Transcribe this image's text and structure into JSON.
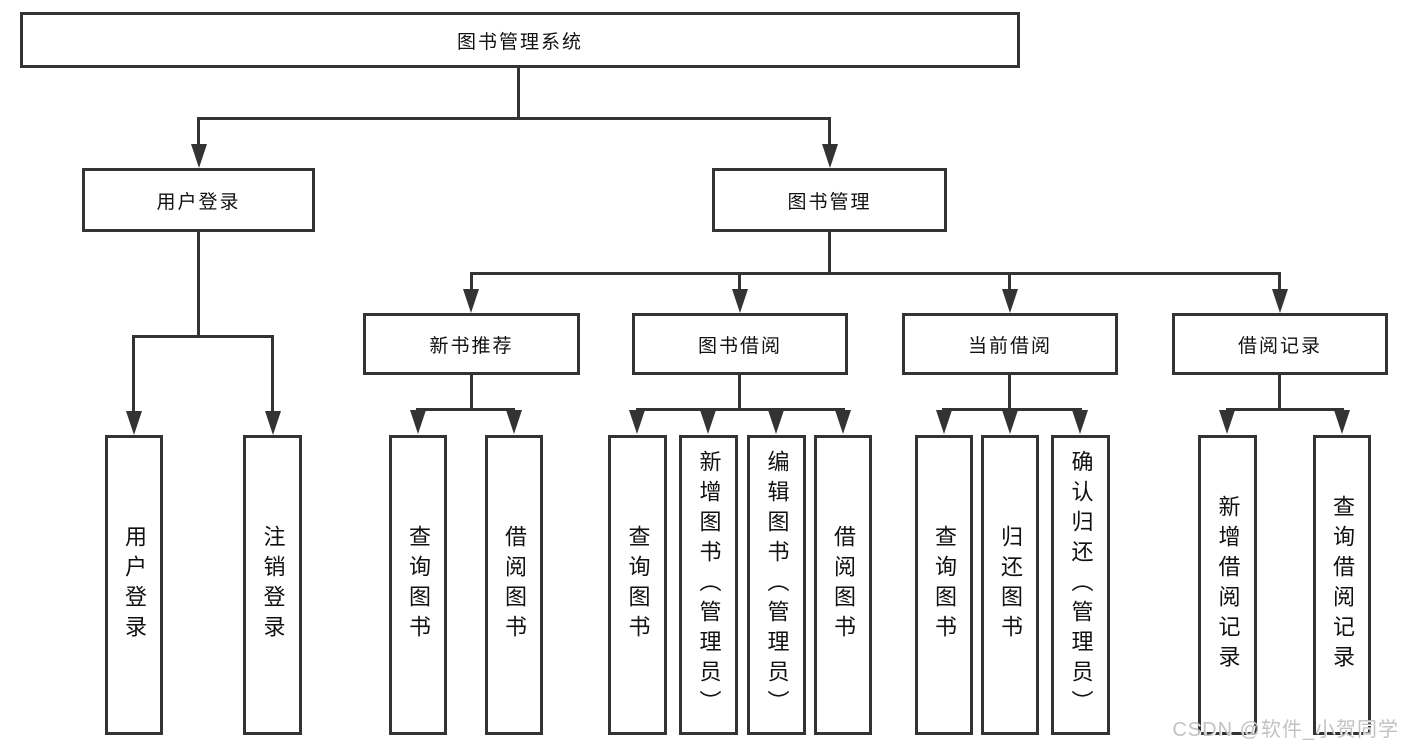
{
  "title": "图书管理系统",
  "level2": {
    "user_login": "用户登录",
    "book_mgmt": "图书管理"
  },
  "level3": {
    "new_books": "新书推荐",
    "book_borrow": "图书借阅",
    "current_borrow": "当前借阅",
    "borrow_records": "借阅记录"
  },
  "leaves": {
    "user_login": [
      "用户登录",
      "注销登录"
    ],
    "new_books": [
      "查询图书",
      "借阅图书"
    ],
    "book_borrow": [
      "查询图书",
      "新增图书（管理员）",
      "编辑图书（管理员）",
      "借阅图书"
    ],
    "current_borrow": [
      "查询图书",
      "归还图书",
      "确认归还（管理员）"
    ],
    "borrow_records": [
      "新增借阅记录",
      "查询借阅记录"
    ]
  },
  "colors": {
    "line": "#333333",
    "box_fill": "#ffffff",
    "text": "#111111",
    "watermark": "#c2c2c2"
  },
  "watermark": "CSDN @软件_小贺同学"
}
